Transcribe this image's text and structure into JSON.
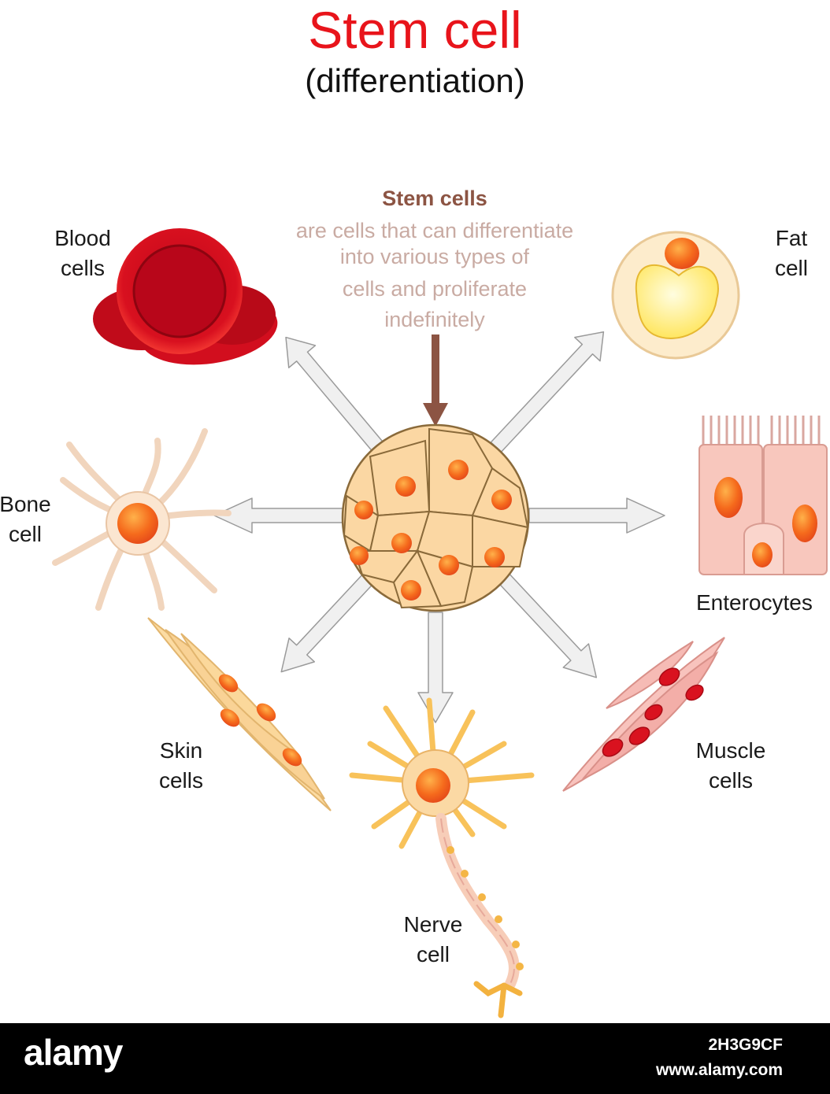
{
  "header": {
    "title": "Stem cell",
    "subtitle": "(differentiation)"
  },
  "definition": {
    "heading": "Stem cells",
    "lines": [
      "are cells that can differentiate",
      "into various types of",
      "cells and proliferate",
      "indefinitely"
    ]
  },
  "labels": {
    "blood": [
      "Blood",
      "cells"
    ],
    "fat": [
      "Fat",
      "cell"
    ],
    "bone": [
      "Bone",
      "cell"
    ],
    "enterocytes": [
      "Enterocytes"
    ],
    "skin": [
      "Skin",
      "cells"
    ],
    "muscle": [
      "Muscle",
      "cells"
    ],
    "nerve": [
      "Nerve",
      "cell"
    ]
  },
  "footer": {
    "logo": "alamy",
    "image_id": "2H3G9CF",
    "site": "www.alamy.com"
  },
  "colors": {
    "title": "#e8141b",
    "heading": "#8c5443",
    "definition": "#c9aba3",
    "arrow_fill": "#f0f0f0",
    "arrow_stroke": "#9a9a9a",
    "down_arrow": "#8c5443"
  }
}
